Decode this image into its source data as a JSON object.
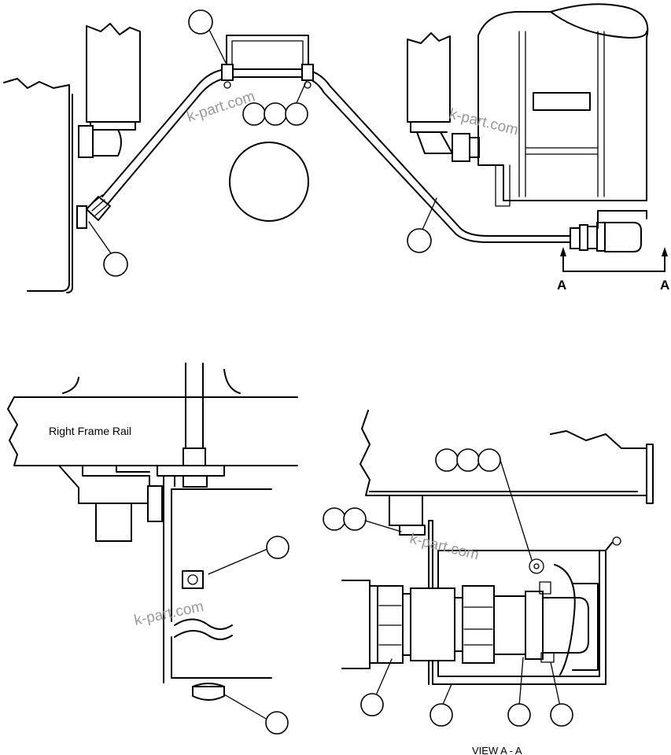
{
  "labels": {
    "section_marker_left": "A",
    "section_marker_right": "A",
    "frame_rail": "Right Frame Rail",
    "view_caption": "VIEW A - A"
  },
  "watermark": "k-part.com"
}
